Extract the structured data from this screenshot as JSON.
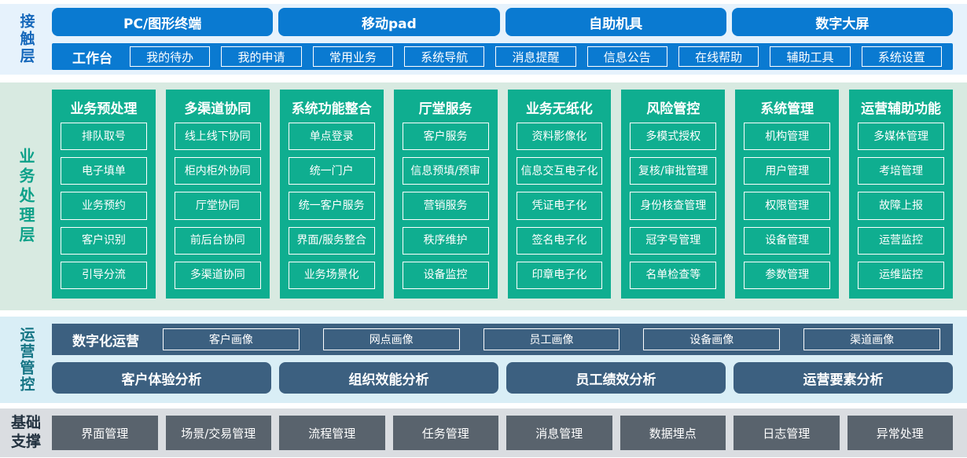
{
  "contact": {
    "label": "接触层",
    "channels": [
      "PC/图形终端",
      "移动pad",
      "自助机具",
      "数字大屏"
    ],
    "workbench": {
      "label": "工作台",
      "items": [
        "我的待办",
        "我的申请",
        "常用业务",
        "系统导航",
        "消息提醒",
        "信息公告",
        "在线帮助",
        "辅助工具",
        "系统设置"
      ]
    }
  },
  "business": {
    "label": "业务处理层",
    "columns": [
      {
        "title": "业务预处理",
        "items": [
          "排队取号",
          "电子填单",
          "业务预约",
          "客户识别",
          "引导分流"
        ]
      },
      {
        "title": "多渠道协同",
        "items": [
          "线上线下协同",
          "柜内柜外协同",
          "厅堂协同",
          "前后台协同",
          "多渠道协同"
        ]
      },
      {
        "title": "系统功能整合",
        "items": [
          "单点登录",
          "统一门户",
          "统一客户服务",
          "界面/服务整合",
          "业务场景化"
        ]
      },
      {
        "title": "厅堂服务",
        "items": [
          "客户服务",
          "信息预填/预审",
          "营销服务",
          "秩序维护",
          "设备监控"
        ]
      },
      {
        "title": "业务无纸化",
        "items": [
          "资料影像化",
          "信息交互电子化",
          "凭证电子化",
          "签名电子化",
          "印章电子化"
        ]
      },
      {
        "title": "风险管控",
        "items": [
          "多模式授权",
          "复核/审批管理",
          "身份核查管理",
          "冠字号管理",
          "名单检查等"
        ]
      },
      {
        "title": "系统管理",
        "items": [
          "机构管理",
          "用户管理",
          "权限管理",
          "设备管理",
          "参数管理"
        ]
      },
      {
        "title": "运营辅助功能",
        "items": [
          "多媒体管理",
          "考培管理",
          "故障上报",
          "运营监控",
          "运维监控"
        ]
      }
    ]
  },
  "operations": {
    "label": "运营管控",
    "digital": {
      "label": "数字化运营",
      "items": [
        "客户画像",
        "网点画像",
        "员工画像",
        "设备画像",
        "渠道画像"
      ]
    },
    "analysis": [
      "客户体验分析",
      "组织效能分析",
      "员工绩效分析",
      "运营要素分析"
    ]
  },
  "foundation": {
    "label": "基础支撑",
    "items": [
      "界面管理",
      "场景/交易管理",
      "流程管理",
      "任务管理",
      "消息管理",
      "数据埋点",
      "日志管理",
      "异常处理"
    ]
  },
  "colors": {
    "accent_blue": "#0a7ad1",
    "teal_green": "#0fae90",
    "slate_blue": "#3c6080",
    "slate_gray": "#59636d",
    "bg_contact": "#e6f2fc",
    "bg_business": "#d8eae1",
    "bg_operations": "#d9eef6",
    "bg_foundation": "#dadde1",
    "label_blue": "#1668bb",
    "label_green": "#0da189",
    "label_teal": "#147484",
    "label_dark": "#22313f"
  }
}
